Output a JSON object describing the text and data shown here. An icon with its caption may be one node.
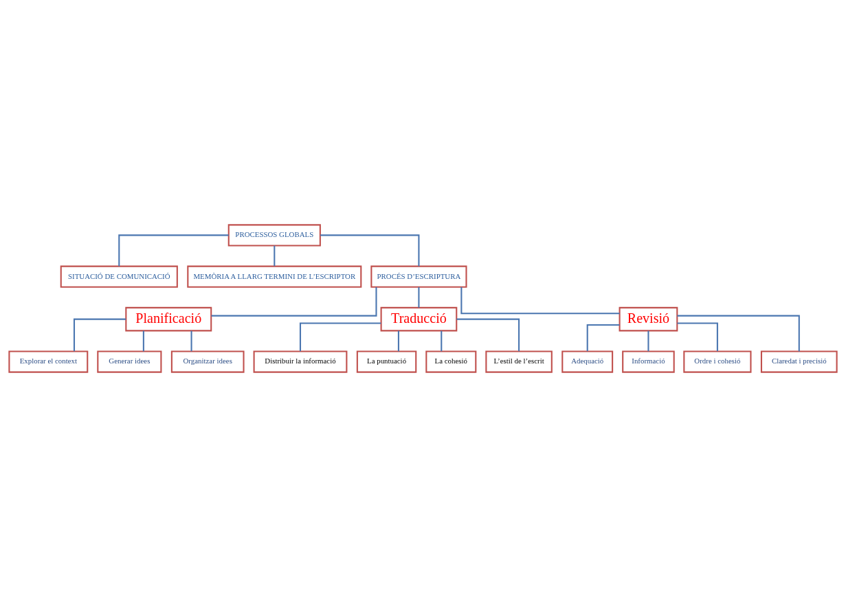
{
  "diagram": {
    "nodes": [
      {
        "text": [
          "PROCESSOS GLOBALS"
        ]
      },
      {
        "text": [
          "SITUACIÓ DE COMUNICACIÓ"
        ]
      },
      {
        "text": [
          "MEMÒRIA A LLARG TERMINI DE L’ESCRIPTOR"
        ]
      },
      {
        "text": [
          "PROCÉS D’ESCRIPTURA"
        ]
      },
      {
        "text": [
          "Planificació"
        ]
      },
      {
        "text": [
          "Traducció"
        ]
      },
      {
        "text": [
          "Revisió"
        ]
      },
      {
        "text": [
          "Explorar el context"
        ]
      },
      {
        "text": [
          "Generar idees"
        ]
      },
      {
        "text": [
          "Organitzar idees"
        ]
      },
      {
        "text": [
          "Distribuir la informació"
        ]
      },
      {
        "text": [
          "La puntuació"
        ]
      },
      {
        "text": [
          "La cohesió"
        ]
      },
      {
        "text": [
          "L’estil de l’escrit"
        ]
      },
      {
        "text": [
          "Adequació"
        ]
      },
      {
        "text": [
          "Informació"
        ]
      },
      {
        "text": [
          "Ordre i cohesió"
        ]
      },
      {
        "text": [
          "Claredat i precisió"
        ]
      }
    ],
    "edges": [
      {
        "from": 0,
        "to": 1,
        "arrow": "none"
      },
      {
        "from": 0,
        "to": 2,
        "arrow": "none"
      },
      {
        "from": 0,
        "to": 3,
        "arrow": "none"
      },
      {
        "from": 3,
        "to": 4,
        "arrow": "none"
      },
      {
        "from": 3,
        "to": 5,
        "arrow": "none"
      },
      {
        "from": 3,
        "to": 6,
        "arrow": "none"
      },
      {
        "from": 4,
        "to": 7,
        "arrow": "none"
      },
      {
        "from": 4,
        "to": 8,
        "arrow": "none"
      },
      {
        "from": 4,
        "to": 9,
        "arrow": "none"
      },
      {
        "from": 5,
        "to": 10,
        "arrow": "none"
      },
      {
        "from": 5,
        "to": 11,
        "arrow": "none"
      },
      {
        "from": 5,
        "to": 12,
        "arrow": "none"
      },
      {
        "from": 5,
        "to": 13,
        "arrow": "none"
      },
      {
        "from": 6,
        "to": 14,
        "arrow": "none"
      },
      {
        "from": 6,
        "to": 15,
        "arrow": "none"
      },
      {
        "from": 6,
        "to": 16,
        "arrow": "none"
      },
      {
        "from": 6,
        "to": 17,
        "arrow": "none"
      }
    ]
  }
}
